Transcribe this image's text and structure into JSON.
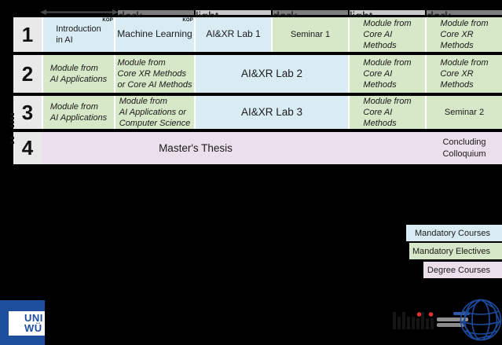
{
  "colors": {
    "mandatory_courses_blue": "#d9ecf4",
    "mandatory_electives_green": "#d6e8c8",
    "degree_courses_pink": "#ecdfec",
    "semester_number_bg": "#e9e9e9",
    "bar_dark": "#7d7d7d",
    "bar_light": "#c9c9c9",
    "university_blue": "#1e4f9e",
    "logo_dot_red": "#e03131",
    "globe_blue": "#1d4a9c"
  },
  "timeline": {
    "segments": [
      "dark",
      "light",
      "dark",
      "light",
      "dark"
    ],
    "arrow_icon": "double-headed-arrow"
  },
  "table": {
    "rows": [
      {
        "num": "1",
        "height": "h44",
        "cells": [
          {
            "text": "Introduction\nin AI",
            "color": "blue",
            "badge": "KOP"
          },
          {
            "text": "Machine Learning",
            "color": "blue",
            "badge": "KOP",
            "size": "md",
            "align": "center"
          },
          {
            "text": "AI&XR Lab 1",
            "color": "blue",
            "size": "md",
            "align": "center"
          },
          {
            "text": "Seminar 1",
            "color": "green",
            "align": "center"
          },
          {
            "text": "Module from\nCore AI\nMethods",
            "color": "green",
            "italic": true
          },
          {
            "text": "Module from\nCore XR\nMethods",
            "color": "green",
            "italic": true
          }
        ]
      },
      {
        "num": "2",
        "height": "h48",
        "cells": [
          {
            "text": "Module from\nAI Applications",
            "color": "green",
            "italic": true
          },
          {
            "text": "Module from\nCore XR Methods\nor Core AI Methods",
            "color": "green",
            "italic": true
          },
          {
            "text": "AI&XR Lab 2",
            "color": "blue",
            "span": 2,
            "size": "lg",
            "align": "center"
          },
          {
            "text": "Module from\nCore AI\nMethods",
            "color": "green",
            "italic": true
          },
          {
            "text": "Module from\nCore XR\nMethods",
            "color": "green",
            "italic": true
          }
        ]
      },
      {
        "num": "3",
        "height": "h42",
        "cells": [
          {
            "text": "Module from\nAI Applications",
            "color": "green",
            "italic": true
          },
          {
            "text": "Module from\nAI Applications or\nComputer Science",
            "color": "green",
            "italic": true
          },
          {
            "text": "AI&XR Lab 3",
            "color": "blue",
            "span": 2,
            "size": "lg",
            "align": "center"
          },
          {
            "text": "Module from\nCore AI\nMethods",
            "color": "green",
            "italic": true
          },
          {
            "text": "Seminar 2",
            "color": "green",
            "align": "center"
          }
        ]
      },
      {
        "num": "4",
        "height": "h41",
        "gapless": true,
        "cells": [
          {
            "text": "Master's Thesis",
            "color": "pink",
            "span": 4,
            "size": "lg",
            "align": "center"
          },
          {
            "text": "",
            "color": "pink"
          },
          {
            "text": "Concluding\nColloquium",
            "color": "pink",
            "align": "center"
          }
        ]
      }
    ]
  },
  "legend": {
    "items": [
      {
        "label": "Mandatory Courses",
        "color": "blue"
      },
      {
        "label": "Mandatory Electives",
        "color": "green"
      },
      {
        "label": "Degree Courses",
        "color": "pink"
      }
    ]
  },
  "logos": {
    "uni": {
      "line1": "UNI",
      "line2": "WÜ"
    },
    "institute": {
      "glyph_icon": "wue-letters-with-red-dots",
      "globe_icon": "wireframe-globe"
    }
  }
}
